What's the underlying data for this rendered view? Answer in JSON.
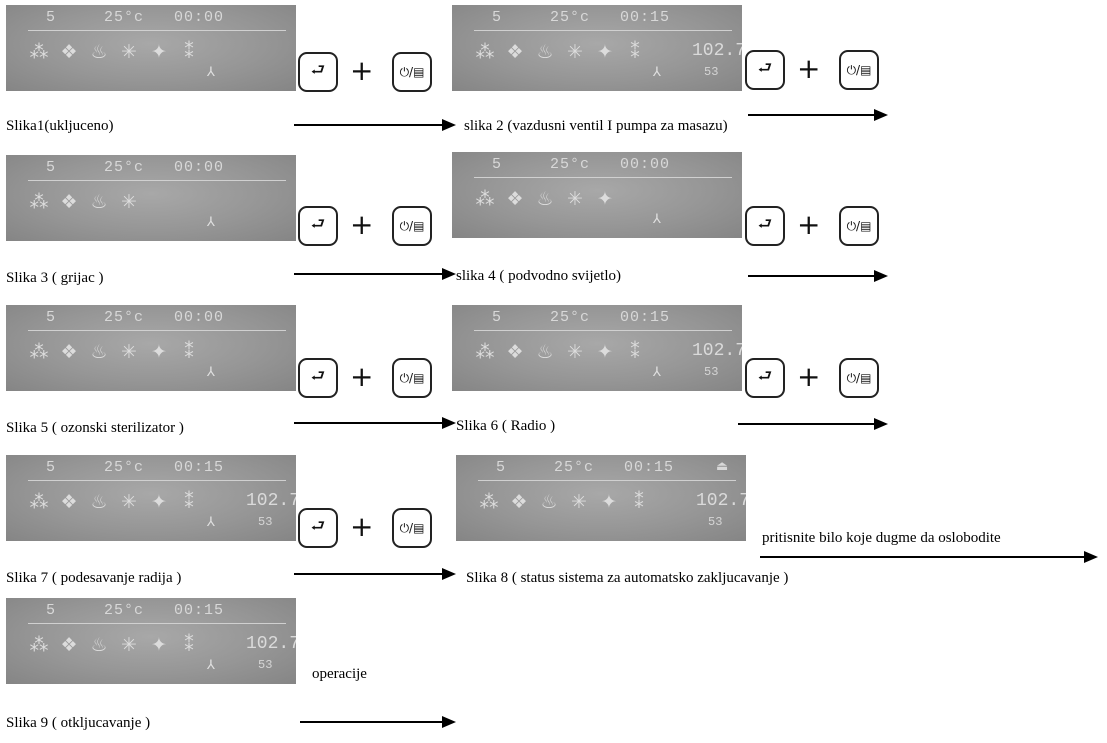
{
  "panels": [
    {
      "mode": "5",
      "temp": "25°c",
      "time": "00:00",
      "fm": "",
      "vol": "",
      "swim": "⅄",
      "icons": [
        "⁂",
        "❖",
        "♨",
        "✳",
        "✦",
        "⁑"
      ]
    },
    {
      "mode": "5",
      "temp": "25°c",
      "time": "00:15",
      "fm": "102.7",
      "vol": "53",
      "swim": "⅄",
      "icons": [
        "⁂",
        "❖",
        "♨",
        "✳",
        "✦",
        "⁑"
      ]
    },
    {
      "mode": "5",
      "temp": "25°c",
      "time": "00:00",
      "fm": "",
      "vol": "",
      "swim": "⅄",
      "icons": [
        "⁂",
        "❖",
        "♨",
        "✳"
      ]
    },
    {
      "mode": "5",
      "temp": "25°c",
      "time": "00:00",
      "fm": "",
      "vol": "",
      "swim": "⅄",
      "icons": [
        "⁂",
        "❖",
        "♨",
        "✳",
        "✦"
      ]
    },
    {
      "mode": "5",
      "temp": "25°c",
      "time": "00:00",
      "fm": "",
      "vol": "",
      "swim": "⅄",
      "icons": [
        "⁂",
        "❖",
        "♨",
        "✳",
        "✦",
        "⁑"
      ]
    },
    {
      "mode": "5",
      "temp": "25°c",
      "time": "00:15",
      "fm": "102.7",
      "vol": "53",
      "swim": "⅄",
      "icons": [
        "⁂",
        "❖",
        "♨",
        "✳",
        "✦",
        "⁑"
      ]
    },
    {
      "mode": "5",
      "temp": "25°c",
      "time": "00:15",
      "fm": "102.7",
      "vol": "53",
      "swim": "⅄",
      "icons": [
        "⁂",
        "❖",
        "♨",
        "✳",
        "✦",
        "⁑"
      ]
    },
    {
      "mode": "5",
      "temp": "25°c",
      "time": "00:15",
      "fm": "102.7",
      "vol": "53",
      "swim": "",
      "lock": "⏏",
      "icons": [
        "⁂",
        "❖",
        "♨",
        "✳",
        "✦",
        "⁑"
      ]
    },
    {
      "mode": "5",
      "temp": "25°c",
      "time": "00:15",
      "fm": "102.7",
      "vol": "53",
      "swim": "⅄",
      "icons": [
        "⁂",
        "❖",
        "♨",
        "✳",
        "✦",
        "⁑"
      ]
    }
  ],
  "keys": {
    "enter": "⮐",
    "plus": "+",
    "power": "⏻/▤"
  },
  "captions": {
    "c1": "Slika1(ukljuceno)",
    "c2": "slika 2 (vazdusni ventil I pumpa za masazu)",
    "c3": "Slika 3 ( grijac )",
    "c4": "slika 4 ( podvodno svijetlo)",
    "c5": "Slika 5 ( ozonski sterilizator )",
    "c6": "Slika 6 ( Radio )",
    "c7": "Slika 7 ( podesavanje radija )",
    "c8": "Slika 8 ( status sistema za automatsko zakljucavanje )",
    "press_note": "pritisnite bilo koje dugme da oslobodite",
    "operation": "operacije",
    "c9": "Slika 9 ( otkljucavanje )"
  }
}
